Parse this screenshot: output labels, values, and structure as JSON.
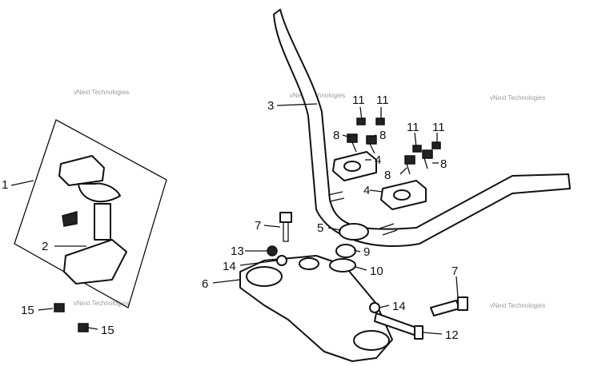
{
  "watermark": "vNext Technologies",
  "callouts": [
    "1",
    "2",
    "3",
    "4",
    "4",
    "5",
    "6",
    "7",
    "7",
    "8",
    "8",
    "8",
    "8",
    "9",
    "10",
    "11",
    "11",
    "11",
    "11",
    "12",
    "13",
    "14",
    "14",
    "15",
    "15"
  ],
  "colors": {
    "ink": "#111111",
    "watermark": "#9a9a9a",
    "background": "#ffffff"
  }
}
